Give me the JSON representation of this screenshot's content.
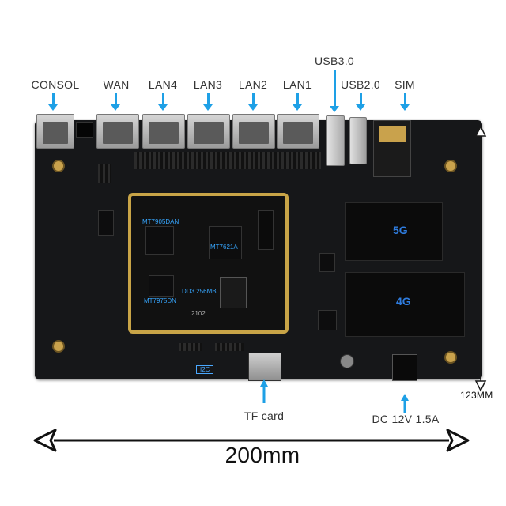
{
  "port_labels": {
    "consol": "CONSOL",
    "wan": "WAN",
    "lan4": "LAN4",
    "lan3": "LAN3",
    "lan2": "LAN2",
    "lan1": "LAN1",
    "usb30": "USB3.0",
    "usb20": "USB2.0",
    "sim": "SIM"
  },
  "bottom_labels": {
    "tf_card": "TF card",
    "dc_power": "DC 12V 1.5A"
  },
  "dimensions": {
    "width": "200mm",
    "height": "123MM"
  },
  "board_silkscreen": {
    "slot_5g": "5G",
    "slot_4g": "4G",
    "chip1": "MT7905DAN",
    "chip2": "MT7621A",
    "chip3": "DD3 256MB",
    "chip4": "MT7975DN",
    "i2c": "I2C",
    "code": "2102"
  },
  "colors": {
    "arrow_blue": "#1ea0e6",
    "board": "#161719",
    "gold": "#c8a447"
  }
}
